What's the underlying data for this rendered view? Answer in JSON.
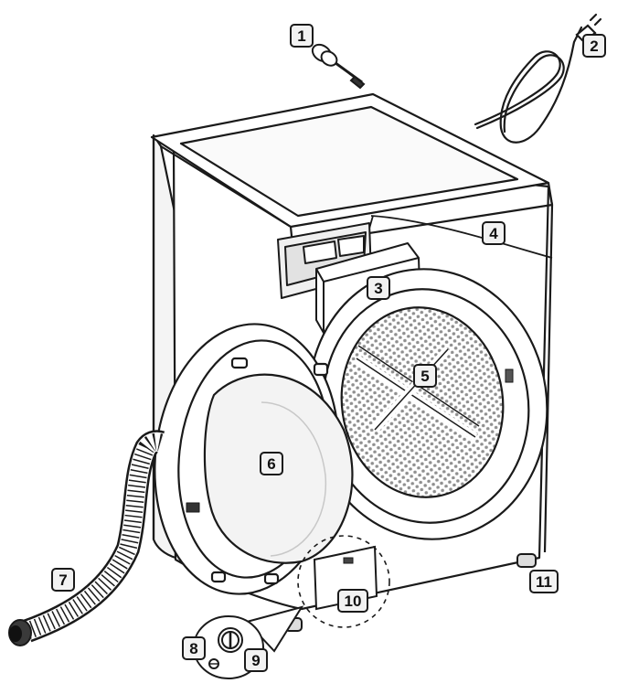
{
  "colors": {
    "line": "#1a1a1a",
    "body_fill": "#ffffff",
    "shade": "#d9d9d9",
    "mesh": "#9a9a9a",
    "callout_fill": "#f2f2f2"
  },
  "callouts": [
    {
      "id": "c1",
      "label": "1"
    },
    {
      "id": "c2",
      "label": "2"
    },
    {
      "id": "c3",
      "label": "3"
    },
    {
      "id": "c4",
      "label": "4"
    },
    {
      "id": "c5",
      "label": "5"
    },
    {
      "id": "c6",
      "label": "6"
    },
    {
      "id": "c7",
      "label": "7"
    },
    {
      "id": "c8",
      "label": "8"
    },
    {
      "id": "c9",
      "label": "9"
    },
    {
      "id": "c10",
      "label": "10"
    },
    {
      "id": "c11",
      "label": "11"
    }
  ]
}
